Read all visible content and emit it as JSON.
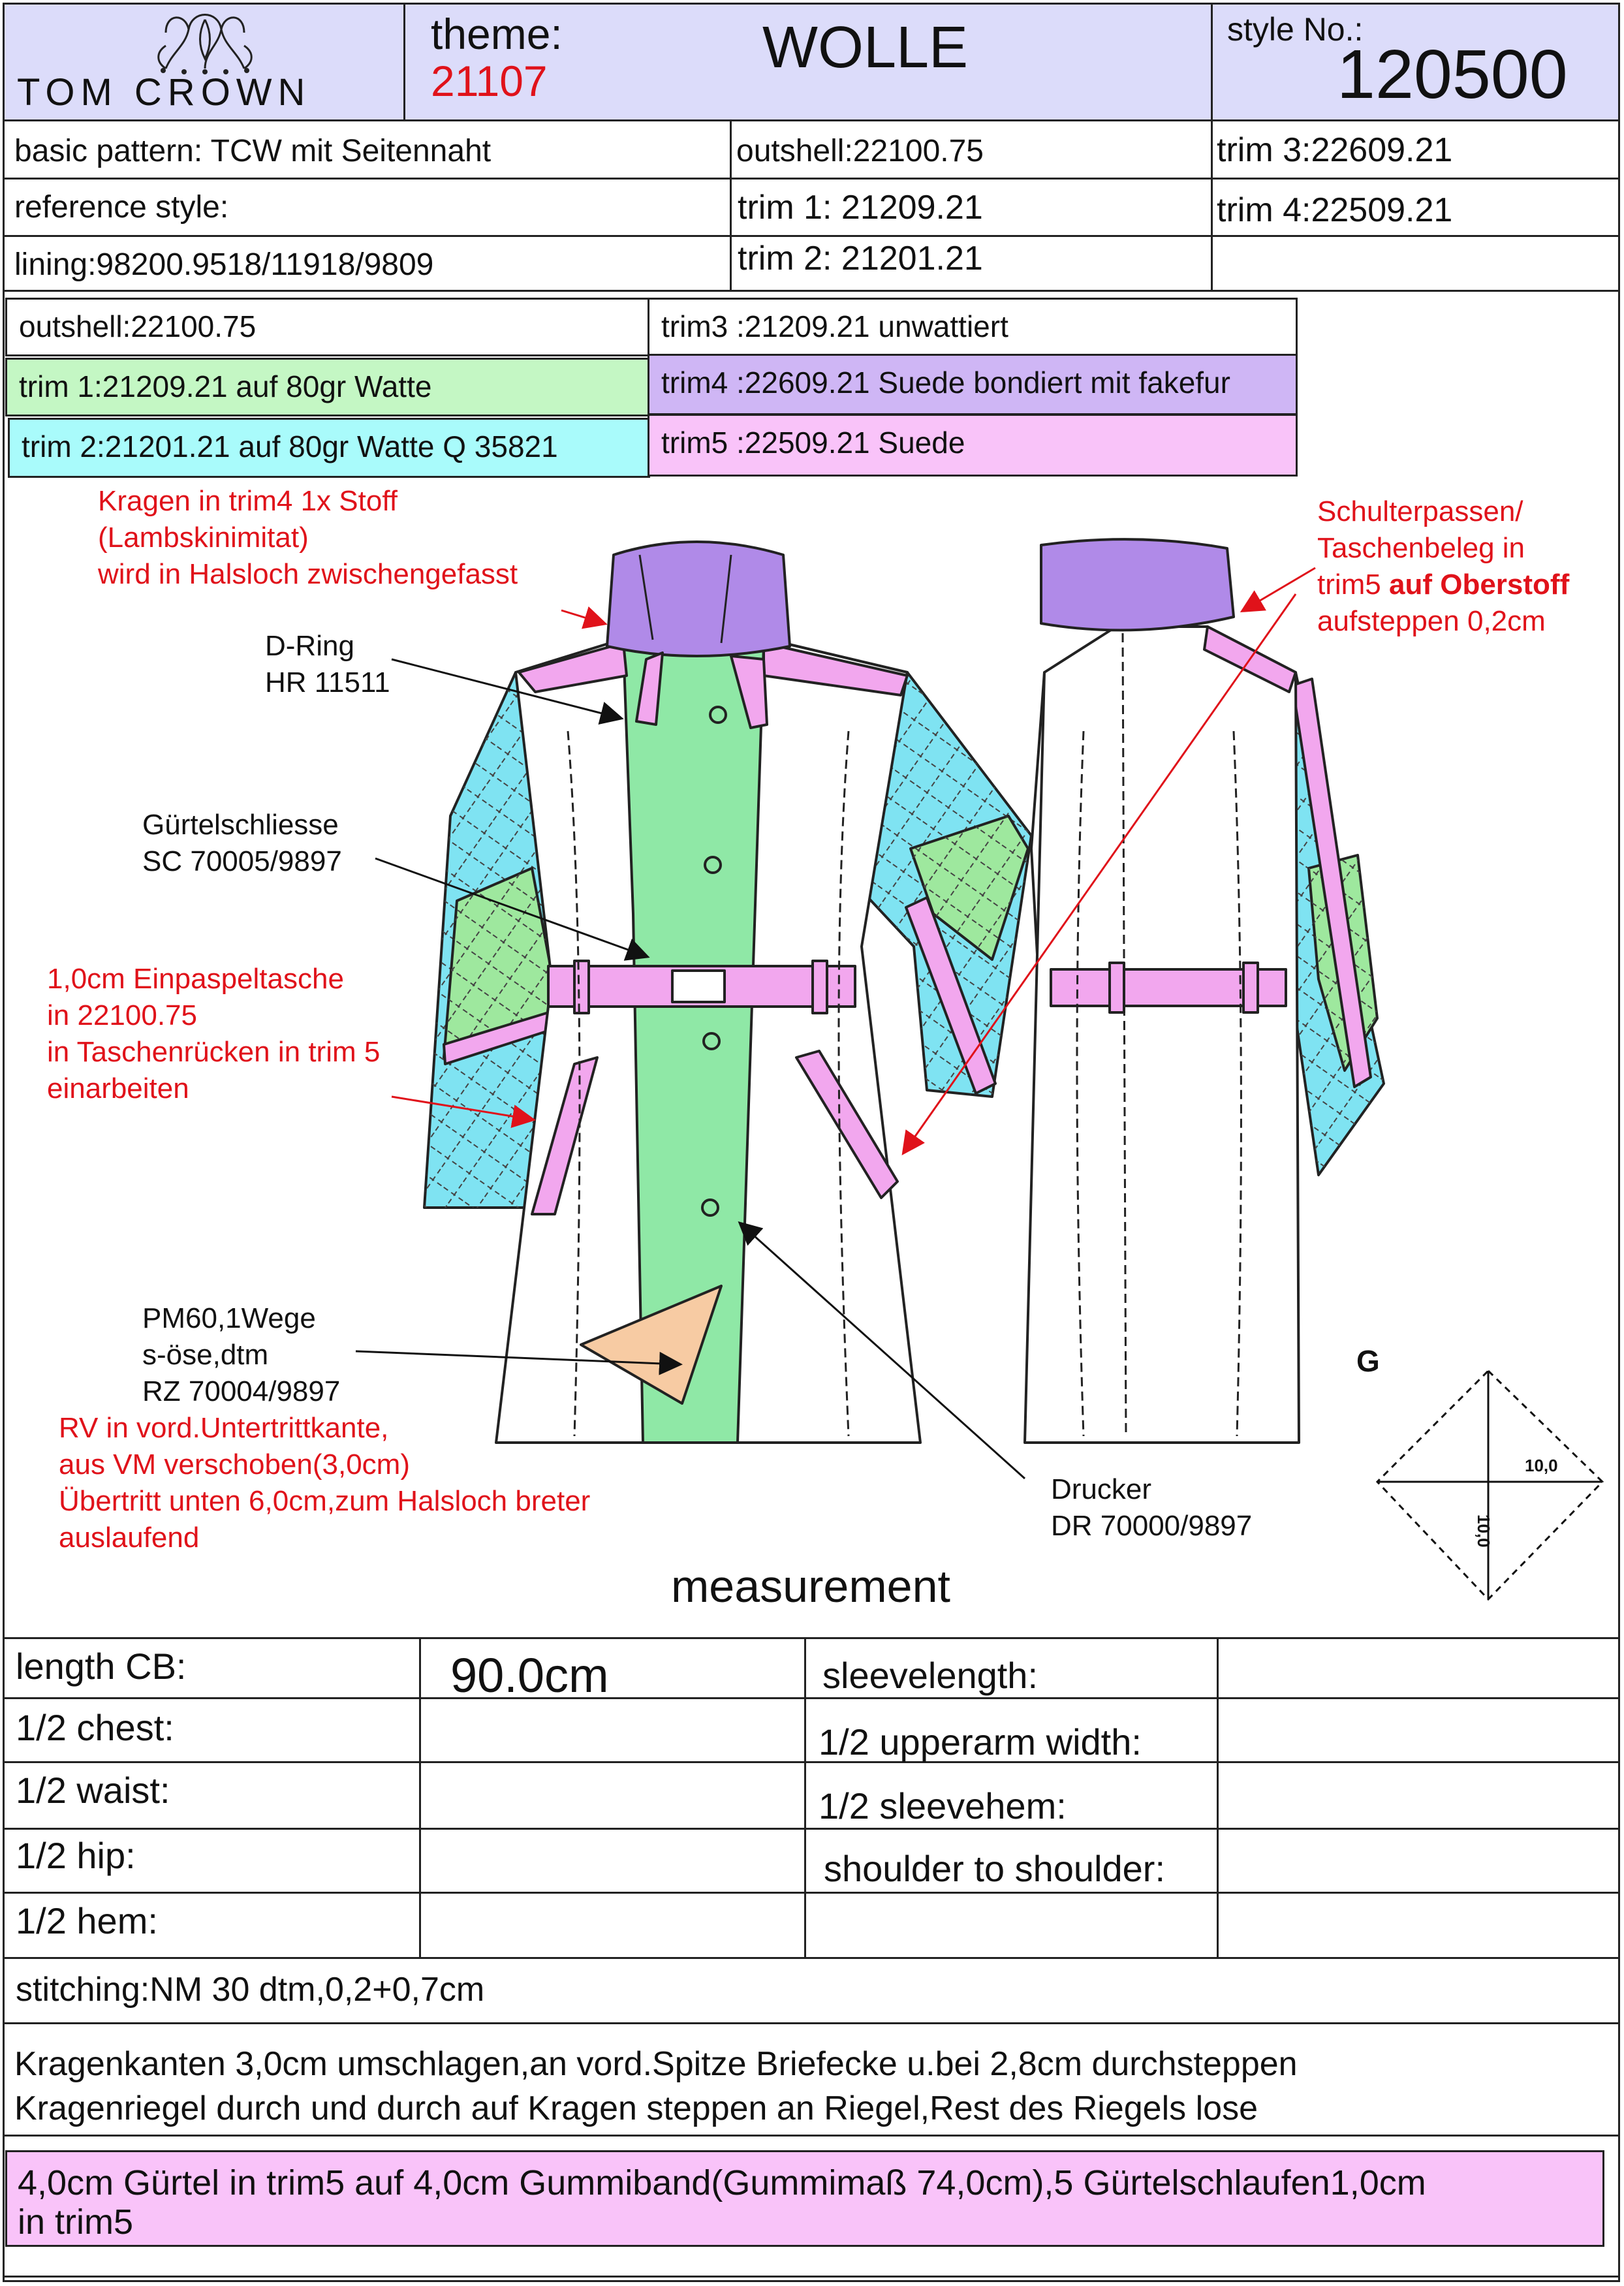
{
  "header": {
    "brand": "TOM CROWN",
    "theme_label": "theme:",
    "theme_value": "21107",
    "model_name": "WOLLE",
    "style_label": "style No.:",
    "style_value": "120500"
  },
  "info_rows": {
    "basic_pattern": "basic pattern:  TCW mit Seitennaht",
    "reference_style": "reference style:",
    "lining": "lining:98200.9518/11918/9809",
    "outshell": "outshell:22100.75",
    "trim1": "trim 1: 21209.21",
    "trim2": "trim 2: 21201.21",
    "trim3": "trim 3:22609.21",
    "trim4": "trim 4:22509.21"
  },
  "fabric_boxes": {
    "outshell": "outshell:22100.75",
    "trim1": "trim 1:21209.21 auf 80gr Watte",
    "trim2": "trim 2:21201.21 auf 80gr Watte Q 35821",
    "trim3": "trim3 :21209.21 unwattiert",
    "trim4": "trim4 :22609.21 Suede bondiert mit fakefur",
    "trim5": "trim5 :22509.21  Suede"
  },
  "colors": {
    "header_bg": "#dcdcfa",
    "trim1_green": "#c4f7c4",
    "trim2_cyan": "#a9fbfb",
    "trim4_lavender": "#cfb6f5",
    "trim5_pink": "#f9c3f9",
    "note_red": "#e0121a"
  },
  "annotations": {
    "collar": [
      "Kragen in trim4 1x Stoff",
      "(Lambskinimitat)",
      "wird in Halsloch zwischengefasst"
    ],
    "dring": [
      "D-Ring",
      "HR 11511"
    ],
    "buckle": [
      "Gürtelschliesse",
      "SC 70005/9897"
    ],
    "pocket": [
      "1,0cm Einpaspeltasche",
      "in 22100.75",
      "in Taschenrücken in trim 5",
      "einarbeiten"
    ],
    "zipper": [
      "PM60,1Wege",
      "s-öse,dtm",
      "RZ 70004/9897"
    ],
    "zipper_red": [
      "RV in vord.Untertrittkante,",
      "aus VM verschoben(3,0cm)",
      "Übertritt unten 6,0cm,zum Halsloch breter",
      "auslaufend"
    ],
    "shoulder_line1": "Schulterpassen/",
    "shoulder_line2": "Taschenbeleg in",
    "shoulder_line3_a": "trim5 ",
    "shoulder_line3_b": "auf Oberstoff",
    "shoulder_line4": "aufsteppen 0,2cm",
    "snap": [
      "Drucker",
      "DR 70000/9897"
    ],
    "grid_letter": "G",
    "grid_h": "10,0",
    "grid_v": "10,0"
  },
  "measurement": {
    "title": "measurement",
    "left": [
      {
        "label": "length CB:",
        "value": "90.0cm"
      },
      {
        "label": "1/2 chest:",
        "value": ""
      },
      {
        "label": "1/2 waist:",
        "value": ""
      },
      {
        "label": "1/2 hip:",
        "value": ""
      },
      {
        "label": "1/2 hem:",
        "value": ""
      }
    ],
    "right": [
      {
        "label": "sleevelength:",
        "value": ""
      },
      {
        "label": "1/2 upperarm width:",
        "value": ""
      },
      {
        "label": "1/2 sleevehem:",
        "value": ""
      },
      {
        "label": "shoulder to shoulder:",
        "value": ""
      },
      {
        "label": "",
        "value": ""
      }
    ]
  },
  "stitching": "stitching:NM 30 dtm,0,2+0,7cm",
  "notes": [
    "Kragenkanten 3,0cm umschlagen,an vord.Spitze Briefecke u.bei 2,8cm durchsteppen",
    "Kragenriegel durch und durch auf Kragen steppen an Riegel,Rest des Riegels lose"
  ],
  "belt_note_line1": "4,0cm Gürtel in trim5 auf 4,0cm Gummiband(Gummimaß 74,0cm),5 Gürtelschlaufen1,0cm",
  "belt_note_line2": " in trim5"
}
